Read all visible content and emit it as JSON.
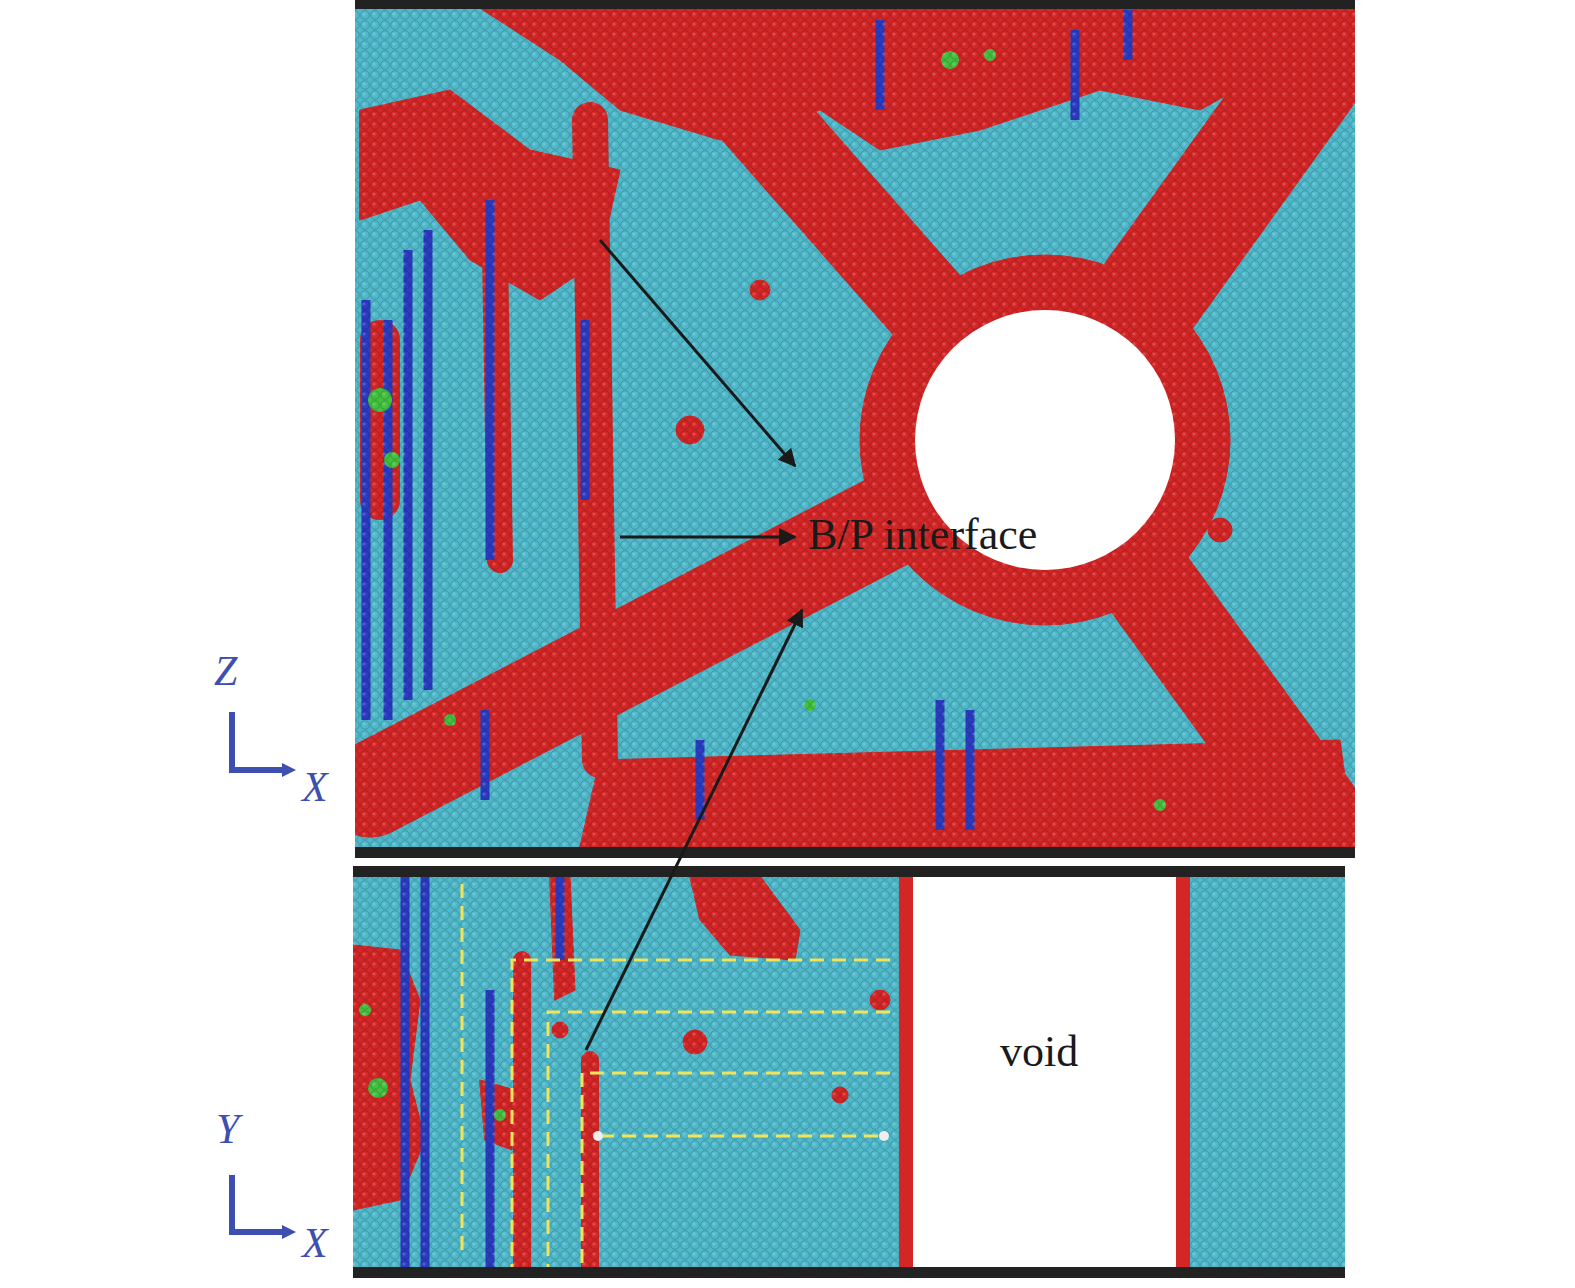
{
  "diagram": {
    "labels": [
      "B/P interface",
      "void",
      "Z",
      "X",
      "Y",
      "X"
    ]
  }
}
